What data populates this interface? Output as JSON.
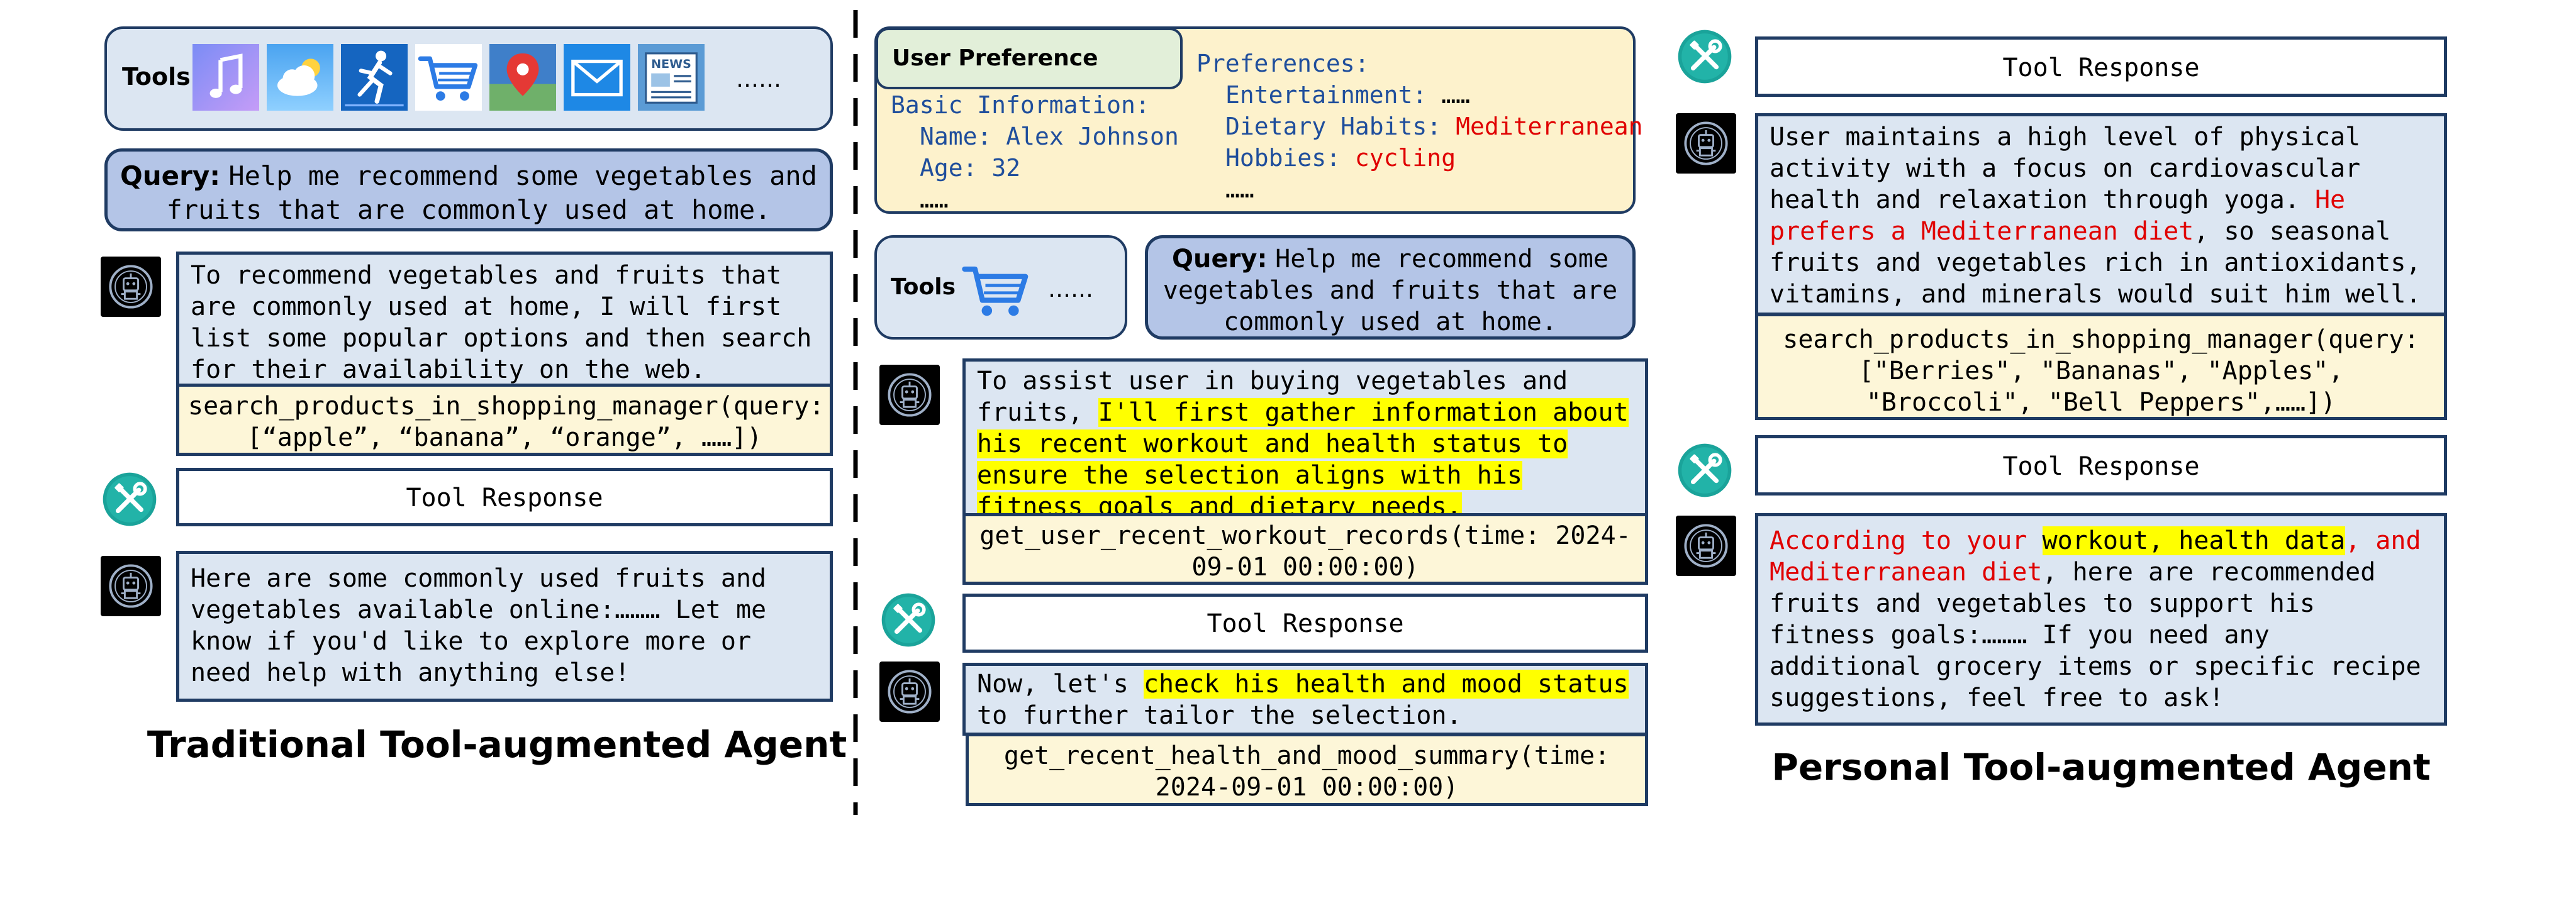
{
  "left": {
    "tools_label": "Tools",
    "tools_more": "……",
    "query_label": "Query:",
    "query_text": "Help me recommend some vegetables and fruits that are commonly used at home.",
    "thought1": "To recommend vegetables and fruits that are commonly used at home, I will first list some popular options and then search for their availability on the web.",
    "call1": "search_products_in_shopping_manager(query: [“apple”, “banana”, “orange”, ……])",
    "tool_response": "Tool Response",
    "answer": "Here are some commonly used fruits and vegetables available online:……… Let me know if you'd like to explore more or need help with anything else!",
    "title": "Traditional Tool-augmented Agent"
  },
  "middle": {
    "pref_header": "User Preference",
    "basic_info": "Basic Information:",
    "name_label": "Name:",
    "name_value": "Alex Johnson",
    "age_label": "Age:",
    "age_value": "32",
    "ellipsis": "……",
    "preferences": "Preferences:",
    "entertainment_label": "Entertainment:",
    "entertainment_value": "……",
    "diet_label": "Dietary Habits:",
    "diet_value": "Mediterranean",
    "hobbies_label": "Hobbies:",
    "hobbies_value": "cycling",
    "tools_label": "Tools",
    "tools_more": "……",
    "query_label": "Query:",
    "query_text": "Help me recommend some vegetables and fruits that are commonly used at home.",
    "thought1_a": "To assist user in buying vegetables and fruits,",
    "thought1_hl": "I'll first gather information about his recent workout and health status to ensure the selection aligns with his fitness goals and dietary needs.",
    "call1": "get_user_recent_workout_records(time: 2024-09-01 00:00:00)",
    "tool_response": "Tool Response",
    "thought2_a": "Now, let's",
    "thought2_hl": "check his health and mood status",
    "thought2_b": "to further tailor the selection.",
    "call2": "get_recent_health_and_mood_summary(time: 2024-09-01 00:00:00)"
  },
  "right": {
    "tool_response1": "Tool Response",
    "thought_a": "User maintains a high level of physical activity with a focus on cardiovascular health and relaxation through yoga.",
    "thought_red": "He prefers a Mediterranean diet",
    "thought_b": ", so seasonal fruits and vegetables rich in antioxidants, vitamins, and minerals would suit him well.",
    "call": "search_products_in_shopping_manager(query: [\"Berries\", \"Bananas\", \"Apples\", \"Broccoli\", \"Bell Peppers\",……])",
    "tool_response2": "Tool Response",
    "answer_red1": "According to your",
    "answer_hl": "workout, health data",
    "answer_red2": ", and Mediterranean diet",
    "answer_b": ", here are recommended fruits and vegetables to support his fitness goals:……… If you need any additional grocery items or specific recipe suggestions, feel free to ask!",
    "title": "Personal Tool-augmented Agent"
  },
  "icons": {
    "music": "music-note-icon",
    "weather": "weather-cloud-icon",
    "fitness": "running-person-icon",
    "cart": "shopping-cart-icon",
    "map": "map-pin-icon",
    "mail": "mail-envelope-icon",
    "news": "news-icon",
    "robot": "robot-avatar-icon",
    "wrench": "tool-wrench-icon"
  },
  "colors": {
    "navy_border": "#1f3b63",
    "blue_fill": "#dce6f2",
    "yellow_fill": "#fdf6d8",
    "query_fill": "#b4c5e7",
    "pref_header_fill": "#e2efd9",
    "highlight": "#ffff00",
    "red_text": "#e00000",
    "navy_text": "#1f4e9c"
  }
}
